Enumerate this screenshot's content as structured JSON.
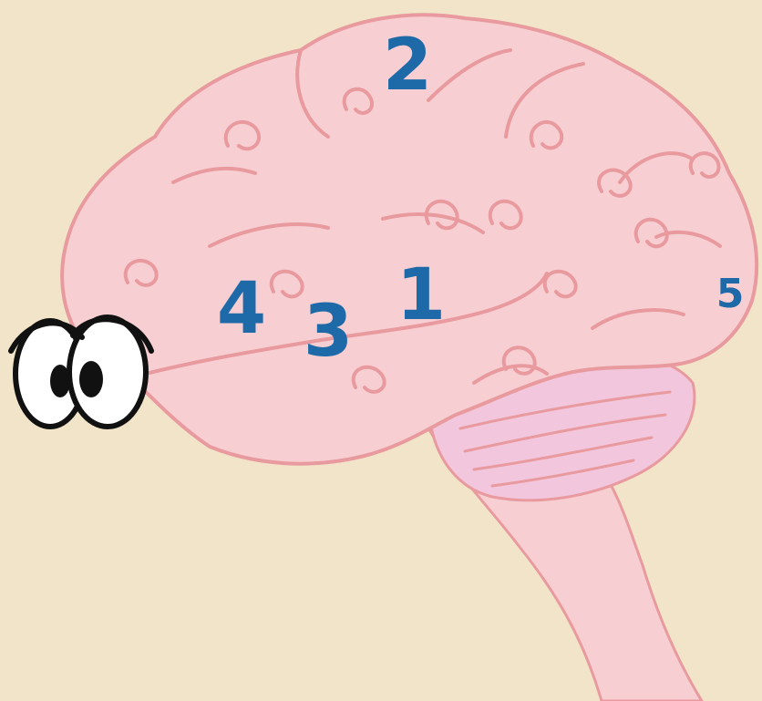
{
  "colors": {
    "background": "#f2e4c8",
    "brain_fill": "#f7cfd3",
    "brain_outline": "#e89a9e",
    "cerebellum_fill": "#f2c6dc",
    "label_blue": "#1e6aa8",
    "eye_outline": "#111111"
  },
  "labels": [
    {
      "id": "label-1",
      "text": "1"
    },
    {
      "id": "label-2",
      "text": "2"
    },
    {
      "id": "label-3",
      "text": "3"
    },
    {
      "id": "label-4",
      "text": "4"
    },
    {
      "id": "label-5",
      "text": "5"
    }
  ],
  "icons": [
    "brain-icon",
    "cartoon-eyes-icon"
  ]
}
